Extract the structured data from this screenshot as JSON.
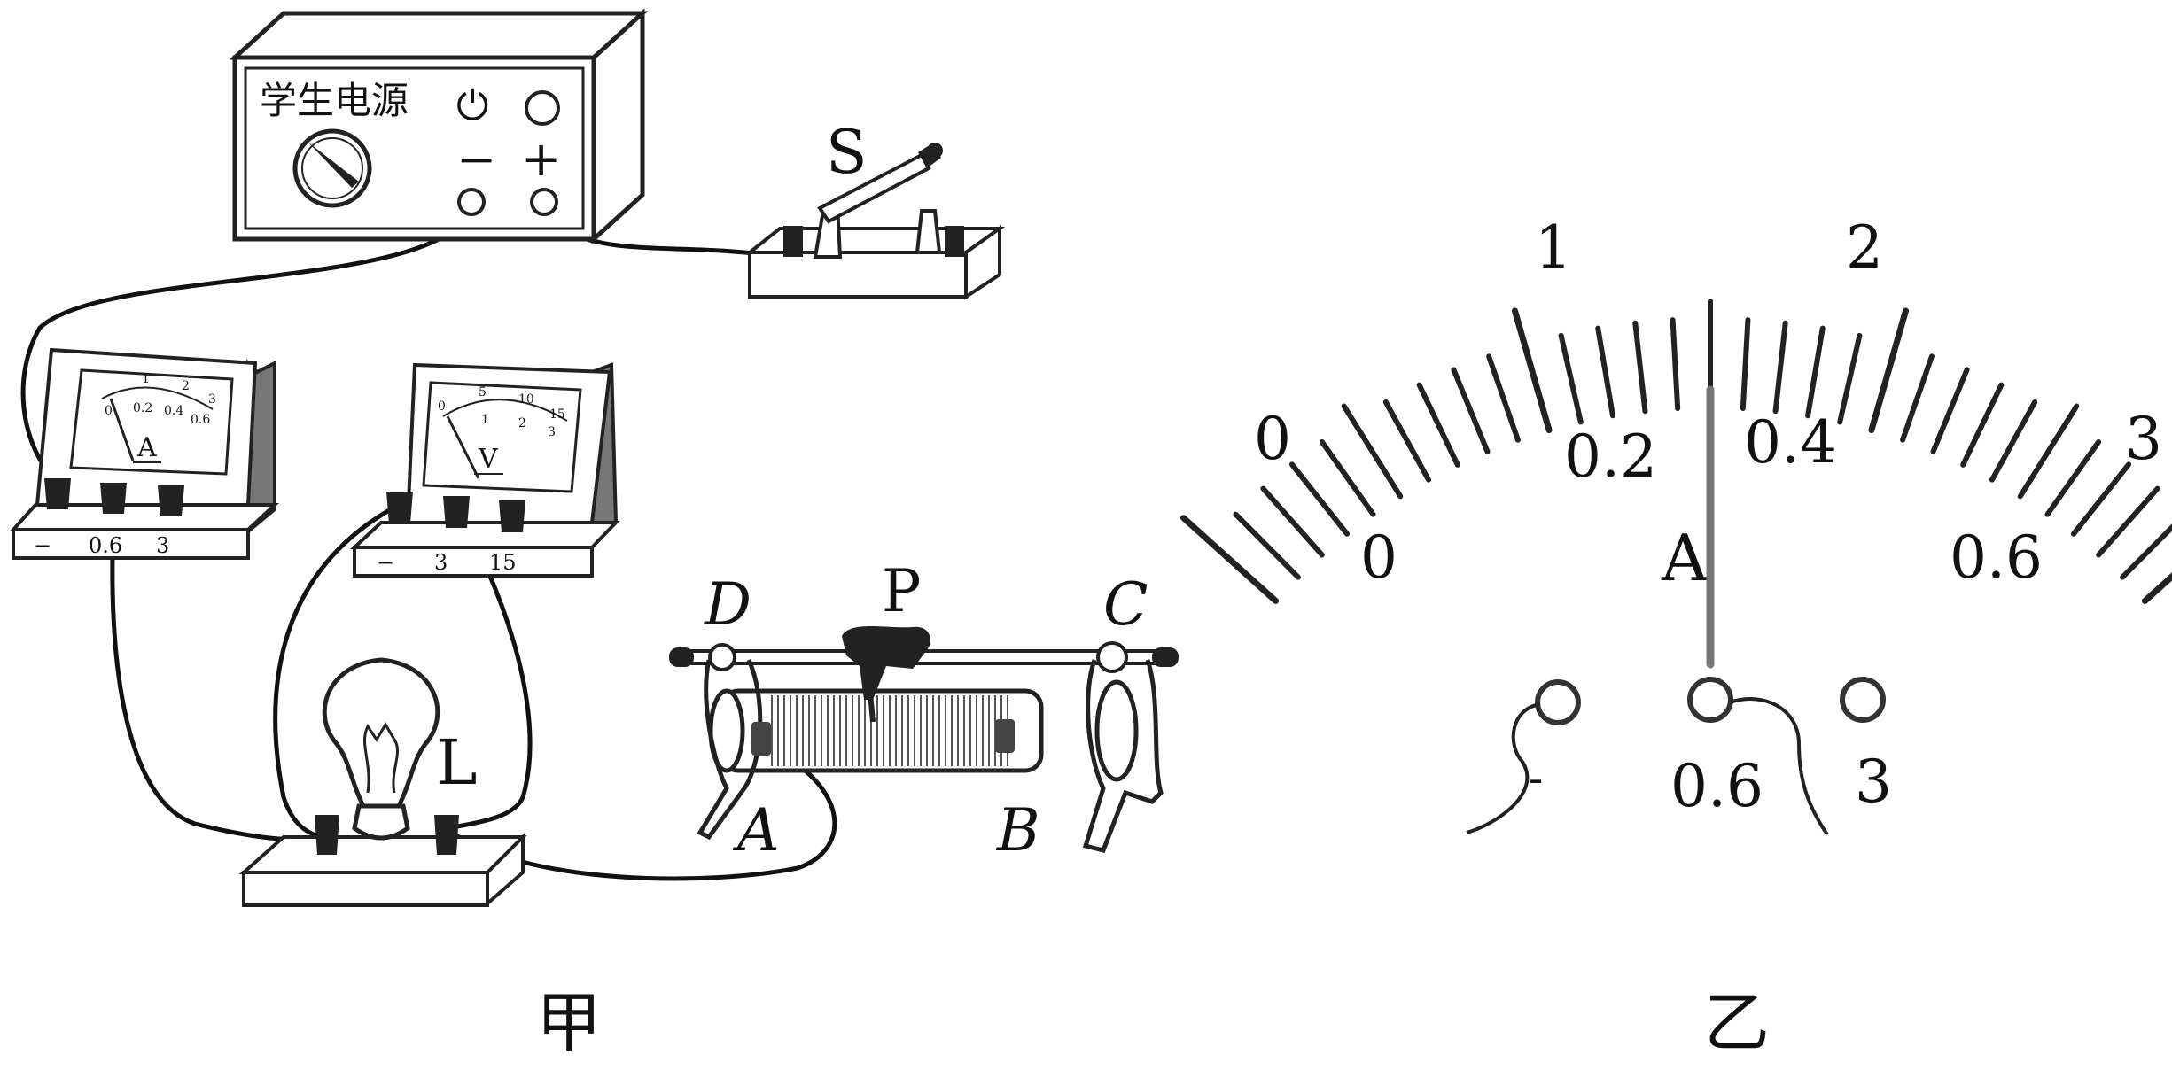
{
  "figure_jia": {
    "caption": "甲",
    "power_supply": {
      "label": "学生电源",
      "minus_sign": "−",
      "plus_sign": "+",
      "power_symbol": "⏻"
    },
    "switch": {
      "label": "S"
    },
    "ammeter": {
      "unit": "A",
      "terminals": [
        "−",
        "0.6",
        "3"
      ],
      "scale_top": [
        "1",
        "2",
        "3"
      ],
      "scale_bottom": [
        "0",
        "0.2",
        "0.4",
        "0.6"
      ]
    },
    "voltmeter": {
      "unit": "V",
      "terminals": [
        "−",
        "3",
        "15"
      ],
      "scale_top": [
        "0",
        "5",
        "10",
        "15"
      ],
      "scale_bottom": [
        "1",
        "2",
        "3"
      ]
    },
    "lamp": {
      "label": "L"
    },
    "rheostat": {
      "slider_label": "P",
      "terminal_d": "D",
      "terminal_c": "C",
      "terminal_a": "A",
      "terminal_b": "B"
    }
  },
  "figure_yi": {
    "caption": "乙",
    "unit": "A",
    "upper_scale": [
      "0",
      "1",
      "2",
      "3"
    ],
    "lower_scale": [
      "0",
      "0.2",
      "0.4",
      "0.6"
    ],
    "terminals": [
      "-",
      "0.6",
      "3"
    ],
    "pointer_reading_fraction": 0.5
  }
}
